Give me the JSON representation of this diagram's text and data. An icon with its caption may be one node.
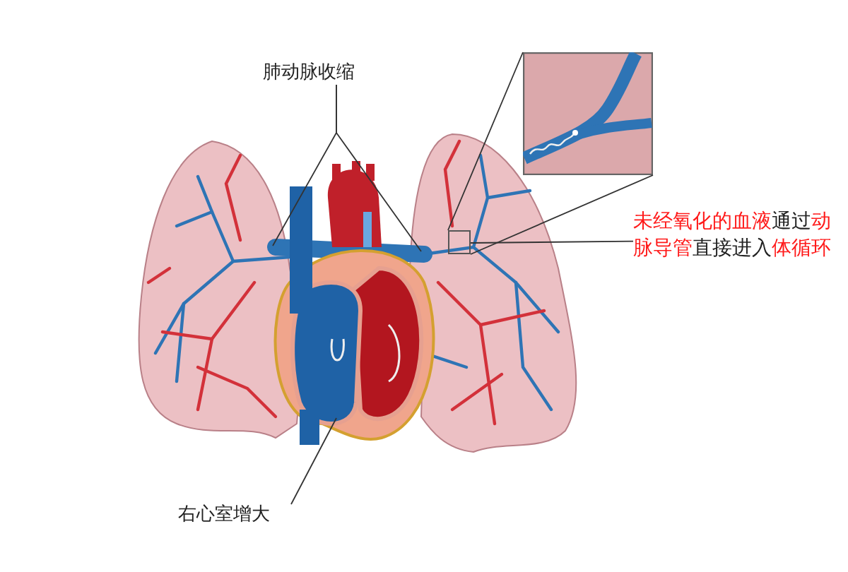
{
  "diagram": {
    "nodes": [
      {
        "text": [
          "肺动脉收缩"
        ]
      },
      {
        "text": [
          "右心室增大"
        ]
      },
      {
        "text": [
          "未经氧化的血液",
          "通过",
          "动脉导管",
          "直接进入",
          "体循环"
        ]
      },
      {
        "text": [],
        "shape": "box"
      },
      {
        "text": [],
        "shape": "picture"
      }
    ],
    "edges": [
      {
        "from": 0,
        "to": null,
        "arrow": "none"
      },
      {
        "from": 0,
        "to": null,
        "arrow": "none"
      },
      {
        "from": 1,
        "to": null,
        "arrow": "none"
      },
      {
        "from": 2,
        "to": 3,
        "arrow": "none"
      },
      {
        "from": 3,
        "to": 4,
        "arrow": "none"
      },
      {
        "from": 3,
        "to": 4,
        "arrow": "none"
      }
    ]
  }
}
